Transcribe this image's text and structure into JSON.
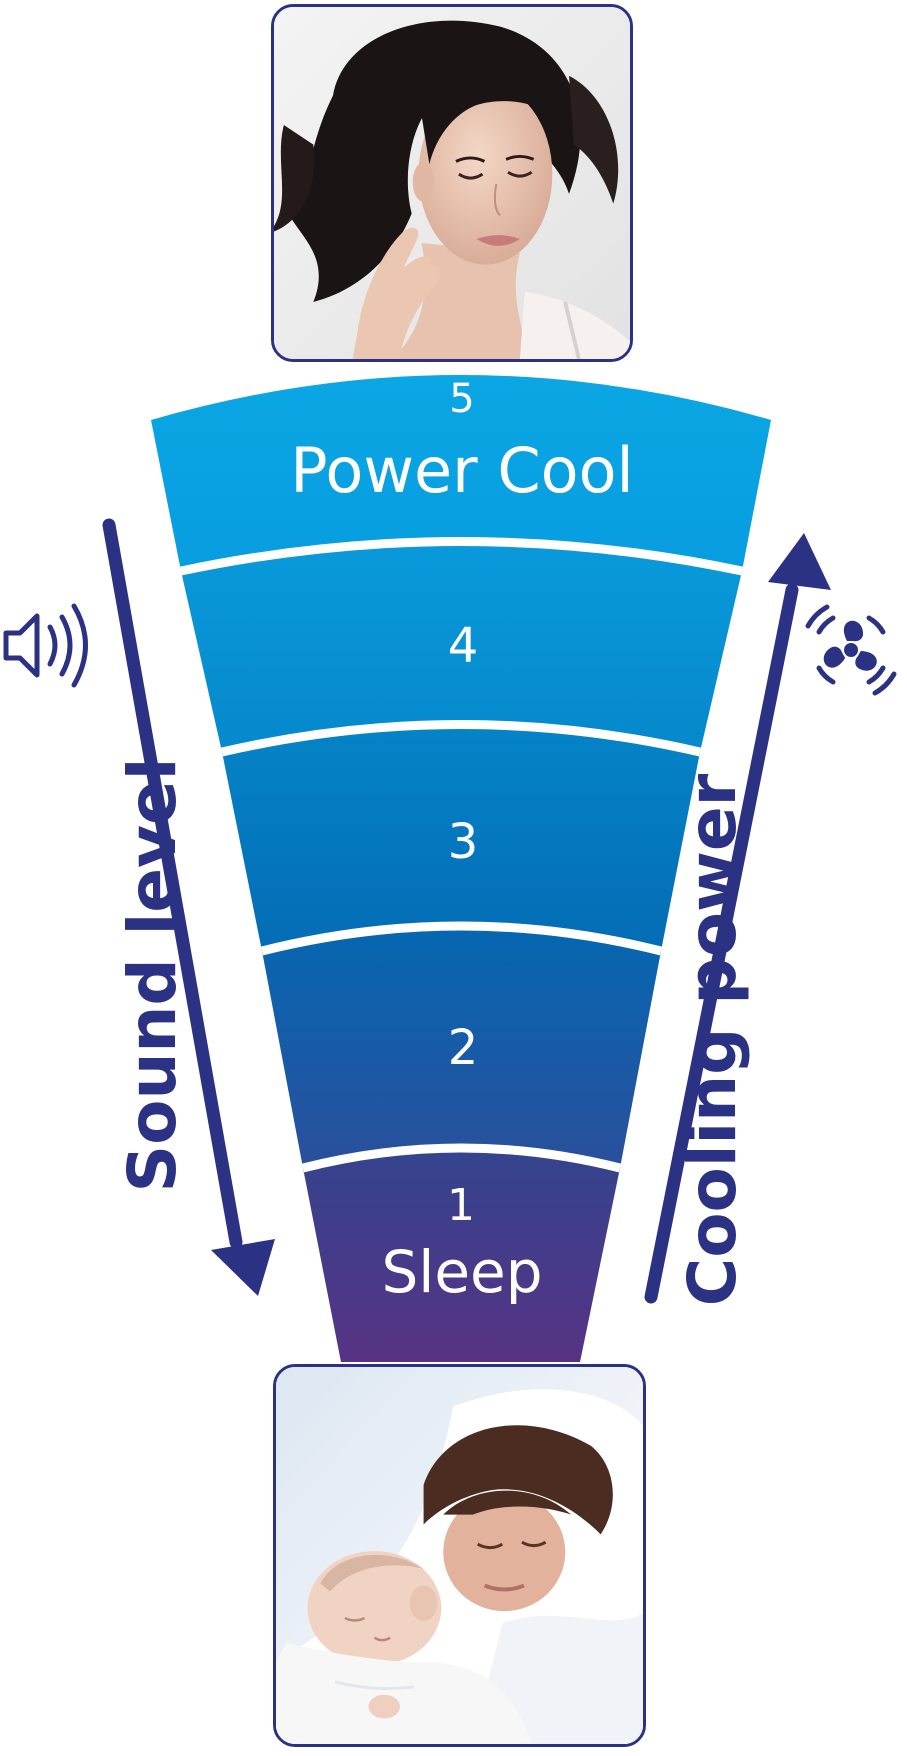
{
  "levels": [
    {
      "number": "5",
      "name": "Power Cool"
    },
    {
      "number": "4",
      "name": ""
    },
    {
      "number": "3",
      "name": ""
    },
    {
      "number": "2",
      "name": ""
    },
    {
      "number": "1",
      "name": "Sleep"
    }
  ],
  "left_axis": {
    "label": "Sound level",
    "icon": "speaker-icon",
    "direction": "down"
  },
  "right_axis": {
    "label": "Cooling power",
    "icon": "fan-icon",
    "direction": "up"
  },
  "colors": {
    "accent": "#2b3283",
    "level_5": "#09a3e2",
    "level_4": "#0793d6",
    "level_3": "#0478bf",
    "level_2": "#0563ae",
    "level_1": "#4a3a8e"
  }
}
